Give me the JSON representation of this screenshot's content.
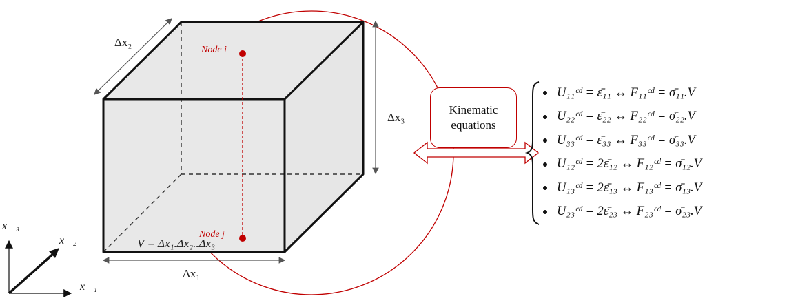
{
  "labels": {
    "dx2": "Δx₂",
    "dx3": "Δx₃",
    "dx1": "Δx₁",
    "node_i": "Node i",
    "node_j": "Node j",
    "volume": "V = Δx₁.Δx₂..Δx₃"
  },
  "axes": {
    "x1": "x⃗₁",
    "x2": "x⃗₂",
    "x3": "x⃗₃"
  },
  "kinematic": {
    "line1": "Kinematic",
    "line2": "equations"
  },
  "equations": [
    "U₁₁ᶜᵈ = ε̄₁₁ ↔ F₁₁ᶜᵈ = σ̄₁₁.V",
    "U₂₂ᶜᵈ = ε̄₂₂ ↔ F₂₂ᶜᵈ = σ̄₂₂.V",
    "U₃₃ᶜᵈ = ε̄₃₃ ↔ F₃₃ᶜᵈ = σ̄₃₃.V",
    "U₁₂ᶜᵈ = 2ε̄₁₂ ↔ F₁₂ᶜᵈ = σ̄₁₂.V",
    "U₁₃ᶜᵈ = 2ε̄₁₃ ↔ F₁₃ᶜᵈ = σ̄₁₃.V",
    "U₂₃ᶜᵈ = 2ε̄₂₃ ↔ F₂₃ᶜᵈ = σ̄₂₃.V"
  ],
  "colors": {
    "accent": "#c00000",
    "cube_fill": "#e8e8e8",
    "edge": "#111111"
  }
}
